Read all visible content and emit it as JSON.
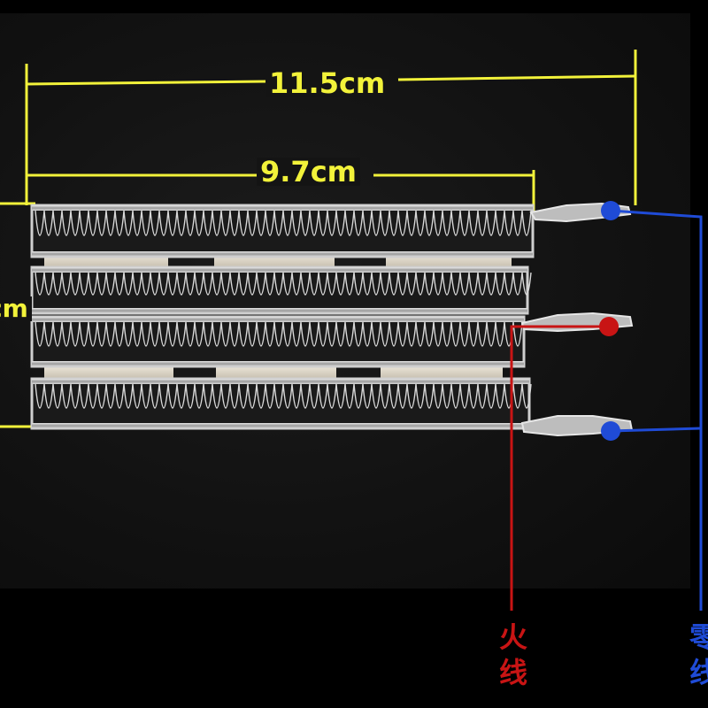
{
  "dimensions": {
    "outer_width": "11.5cm",
    "inner_width": "9.7cm",
    "height_partial": "cm"
  },
  "wire_labels": {
    "live": "火\n线",
    "neutral": "零\n线"
  },
  "colors": {
    "dimension_line": "#f2f23a",
    "live_wire": "#c81414",
    "neutral_wire": "#1f4bd6",
    "background": "#000000",
    "heater_metal": "#cfcfcf",
    "ceramic_block": "#d9d2c4"
  }
}
